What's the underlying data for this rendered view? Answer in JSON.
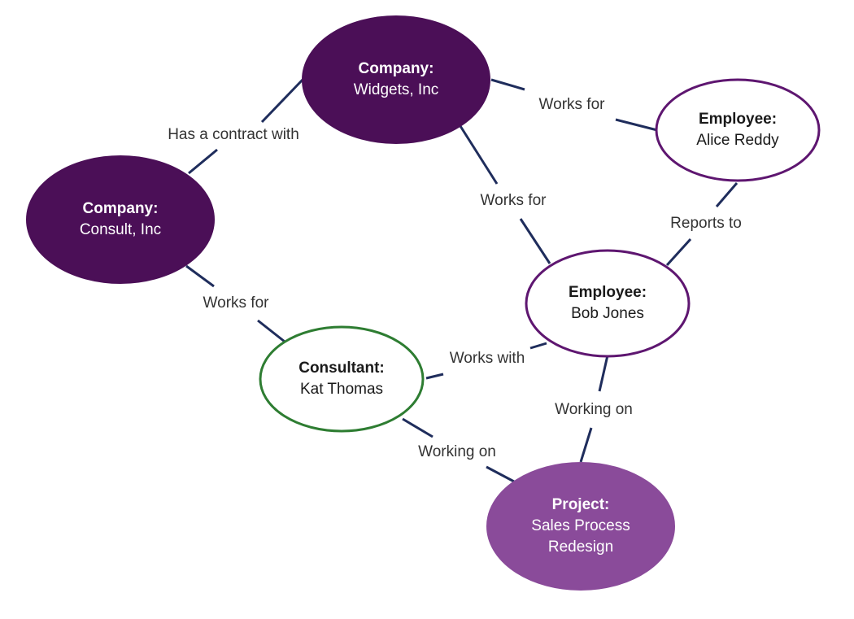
{
  "colors": {
    "edge": "#1f2d5c",
    "company_fill": "#4b0f57",
    "project_fill": "#8a4b9a",
    "outline_employee": "#5e1670",
    "outline_consultant": "#2e7d32",
    "text_dark": "#1a1a1a",
    "text_light": "#ffffff",
    "label": "#333333"
  },
  "nodes": [
    {
      "id": "widgets",
      "type": "Company:",
      "name_lines": [
        "Widgets, Inc"
      ],
      "style": "company"
    },
    {
      "id": "consult",
      "type": "Company:",
      "name_lines": [
        "Consult, Inc"
      ],
      "style": "company"
    },
    {
      "id": "alice",
      "type": "Employee:",
      "name_lines": [
        "Alice Reddy"
      ],
      "style": "employee"
    },
    {
      "id": "bob",
      "type": "Employee:",
      "name_lines": [
        "Bob Jones"
      ],
      "style": "employee"
    },
    {
      "id": "kat",
      "type": "Consultant:",
      "name_lines": [
        "Kat Thomas"
      ],
      "style": "consultant"
    },
    {
      "id": "project",
      "type": "Project:",
      "name_lines": [
        "Sales Process",
        "Redesign"
      ],
      "style": "project"
    }
  ],
  "edges": [
    {
      "id": "widgets-consult",
      "from": "widgets",
      "to": "consult",
      "label": "Has a contract with"
    },
    {
      "id": "alice-widgets",
      "from": "alice",
      "to": "widgets",
      "label": "Works for"
    },
    {
      "id": "bob-widgets",
      "from": "bob",
      "to": "widgets",
      "label": "Works for"
    },
    {
      "id": "bob-alice",
      "from": "bob",
      "to": "alice",
      "label": "Reports to"
    },
    {
      "id": "kat-consult",
      "from": "kat",
      "to": "consult",
      "label": "Works for"
    },
    {
      "id": "kat-bob",
      "from": "kat",
      "to": "bob",
      "label": "Works with"
    },
    {
      "id": "kat-project",
      "from": "kat",
      "to": "project",
      "label": "Working on"
    },
    {
      "id": "bob-project",
      "from": "bob",
      "to": "project",
      "label": "Working on"
    }
  ]
}
